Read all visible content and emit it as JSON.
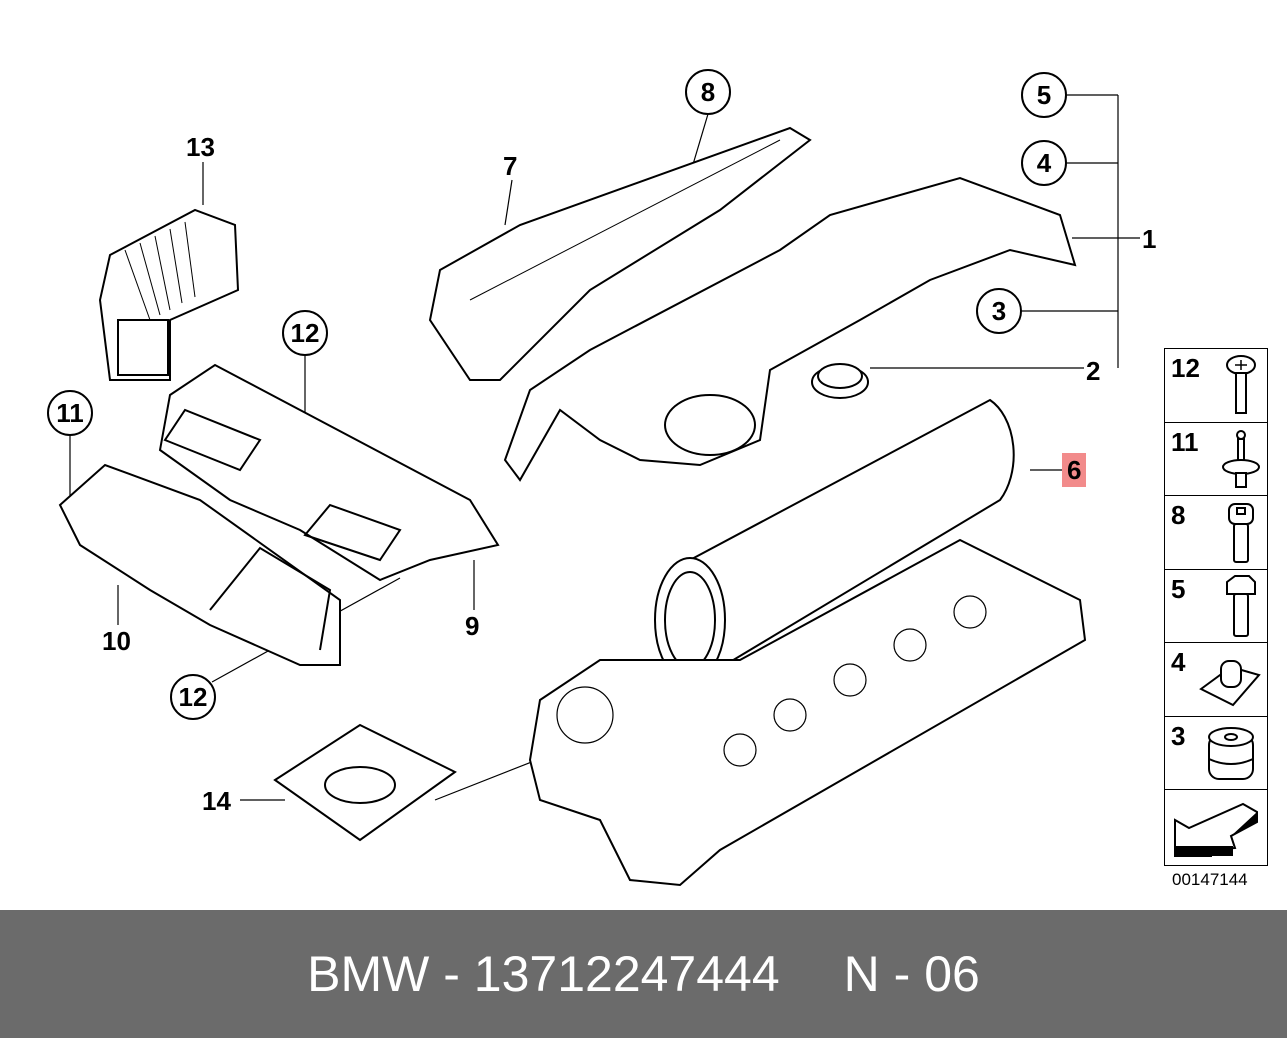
{
  "diagram": {
    "callouts": [
      "8",
      "5",
      "4",
      "3",
      "12",
      "11",
      "12"
    ],
    "labels": {
      "l13": "13",
      "l7": "7",
      "l1": "1",
      "l2": "2",
      "l6": "6",
      "l9": "9",
      "l10": "10",
      "l14": "14"
    },
    "highlight_color": "#f28b8b"
  },
  "legend": {
    "items": [
      {
        "number": "12",
        "icon": "phillips-screw-icon"
      },
      {
        "number": "11",
        "icon": "rivet-icon"
      },
      {
        "number": "8",
        "icon": "hex-socket-bolt-icon"
      },
      {
        "number": "5",
        "icon": "hex-bolt-icon"
      },
      {
        "number": "4",
        "icon": "clip-nut-icon"
      },
      {
        "number": "3",
        "icon": "rubber-mount-icon"
      }
    ],
    "arrow_icon": "direction-arrow-icon",
    "doc_number": "00147144"
  },
  "footer": {
    "part": "BMW - 13712247444",
    "code": "N - 06"
  }
}
